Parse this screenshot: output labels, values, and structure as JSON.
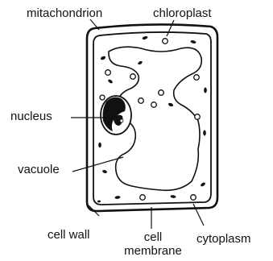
{
  "diagram": {
    "labels": {
      "mitachondrion": "mitachondrion",
      "chloroplast": "chloroplast",
      "nucleus": "nucleus",
      "vacuole": "vacuole",
      "cell_wall": "cell wall",
      "cell_membrane_line1": "cell",
      "cell_membrane_line2": "membrane",
      "cytoplasm": "cytoplasm"
    },
    "colors": {
      "ink": "#111111",
      "background": "#ffffff"
    }
  }
}
